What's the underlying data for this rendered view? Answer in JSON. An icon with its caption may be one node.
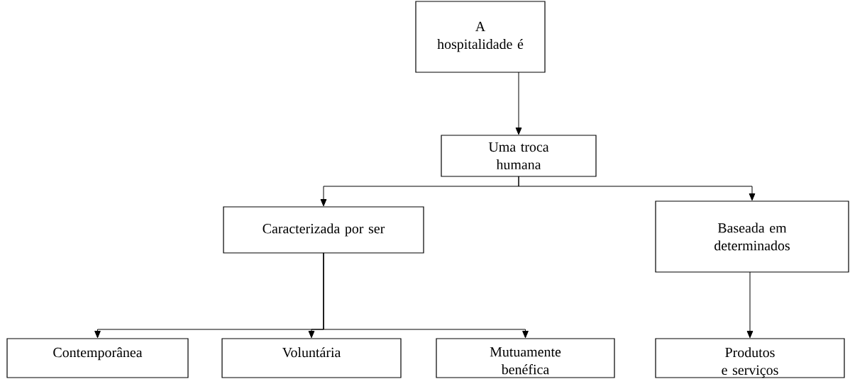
{
  "diagram": {
    "nodes": [
      {
        "text": [
          "A hospitalidade é"
        ]
      },
      {
        "text": [
          "Uma troca humana"
        ]
      },
      {
        "text": [
          "Caracterizada por ser"
        ]
      },
      {
        "text": [
          "Baseada em determinados"
        ]
      },
      {
        "text": [
          "Contemporânea"
        ]
      },
      {
        "text": [
          "Voluntária"
        ]
      },
      {
        "text": [
          "Mutuamente benéfica"
        ]
      },
      {
        "text": [
          "Produtos e serviços"
        ]
      }
    ],
    "edges": [
      {
        "from": 0,
        "to": 1,
        "arrow": "to"
      },
      {
        "from": 1,
        "to": 2,
        "arrow": "to"
      },
      {
        "from": 1,
        "to": 3,
        "arrow": "to"
      },
      {
        "from": 2,
        "to": 4,
        "arrow": "to"
      },
      {
        "from": 2,
        "to": 5,
        "arrow": "to"
      },
      {
        "from": 2,
        "to": 6,
        "arrow": "to"
      },
      {
        "from": 3,
        "to": 7,
        "arrow": "to"
      }
    ]
  }
}
